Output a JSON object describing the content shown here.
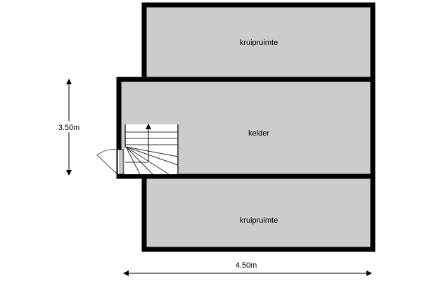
{
  "rooms": {
    "top": "kruipruimte",
    "middle": "kelder",
    "bottom": "kruipruimte"
  },
  "dimensions": {
    "height": "3.50m",
    "width": "4.50m"
  },
  "colors": {
    "floor": "#cccccc",
    "wall": "#000000",
    "stair_rail": "#6b5a44"
  }
}
